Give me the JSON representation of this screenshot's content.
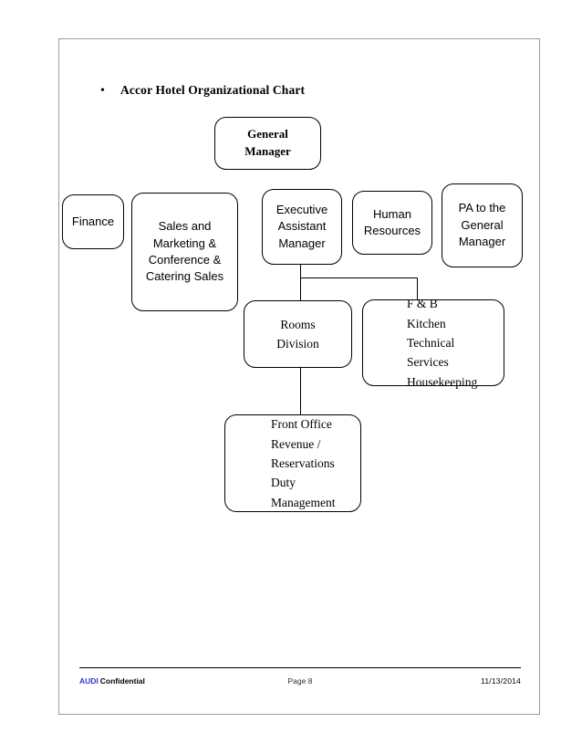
{
  "document": {
    "heading_bullet": "•",
    "heading": "Accor Hotel Organizational Chart"
  },
  "chart_data": {
    "type": "diagram",
    "title": "Accor Hotel Organizational Chart",
    "orientation": "top-down",
    "nodes": [
      {
        "id": "gm",
        "label": "General\nManager",
        "level": 0,
        "style": "serif-bold",
        "align": "center"
      },
      {
        "id": "fin",
        "label": "Finance",
        "level": 1,
        "style": "sans",
        "align": "center"
      },
      {
        "id": "sales",
        "label": "Sales and\nMarketing &\nConference &\nCatering Sales",
        "level": 1,
        "style": "sans",
        "align": "center"
      },
      {
        "id": "eam",
        "label": "Executive\nAssistant\nManager",
        "level": 1,
        "style": "sans",
        "align": "center"
      },
      {
        "id": "hr",
        "label": "Human\nResources",
        "level": 1,
        "style": "sans",
        "align": "center"
      },
      {
        "id": "pa",
        "label": "PA to the\nGeneral\nManager",
        "level": 1,
        "style": "sans",
        "align": "center"
      },
      {
        "id": "rooms",
        "label": "Rooms\nDivision",
        "level": 2,
        "style": "serif",
        "align": "center"
      },
      {
        "id": "fnb",
        "label": "F & B\nKitchen\nTechnical\nServices\nHousekeeping",
        "level": 2,
        "style": "serif",
        "align": "left"
      },
      {
        "id": "front",
        "label": "Front Office\nRevenue /\nReservations\nDuty\nManagement",
        "level": 3,
        "style": "serif",
        "align": "left"
      }
    ],
    "edges": [
      {
        "from": "eam",
        "to": "rooms"
      },
      {
        "from": "eam",
        "to": "fnb"
      },
      {
        "from": "rooms",
        "to": "front"
      }
    ]
  },
  "footer": {
    "brand": "AUDI",
    "confidential": "Confidential",
    "page": "Page 8",
    "date": "11/13/2014"
  }
}
